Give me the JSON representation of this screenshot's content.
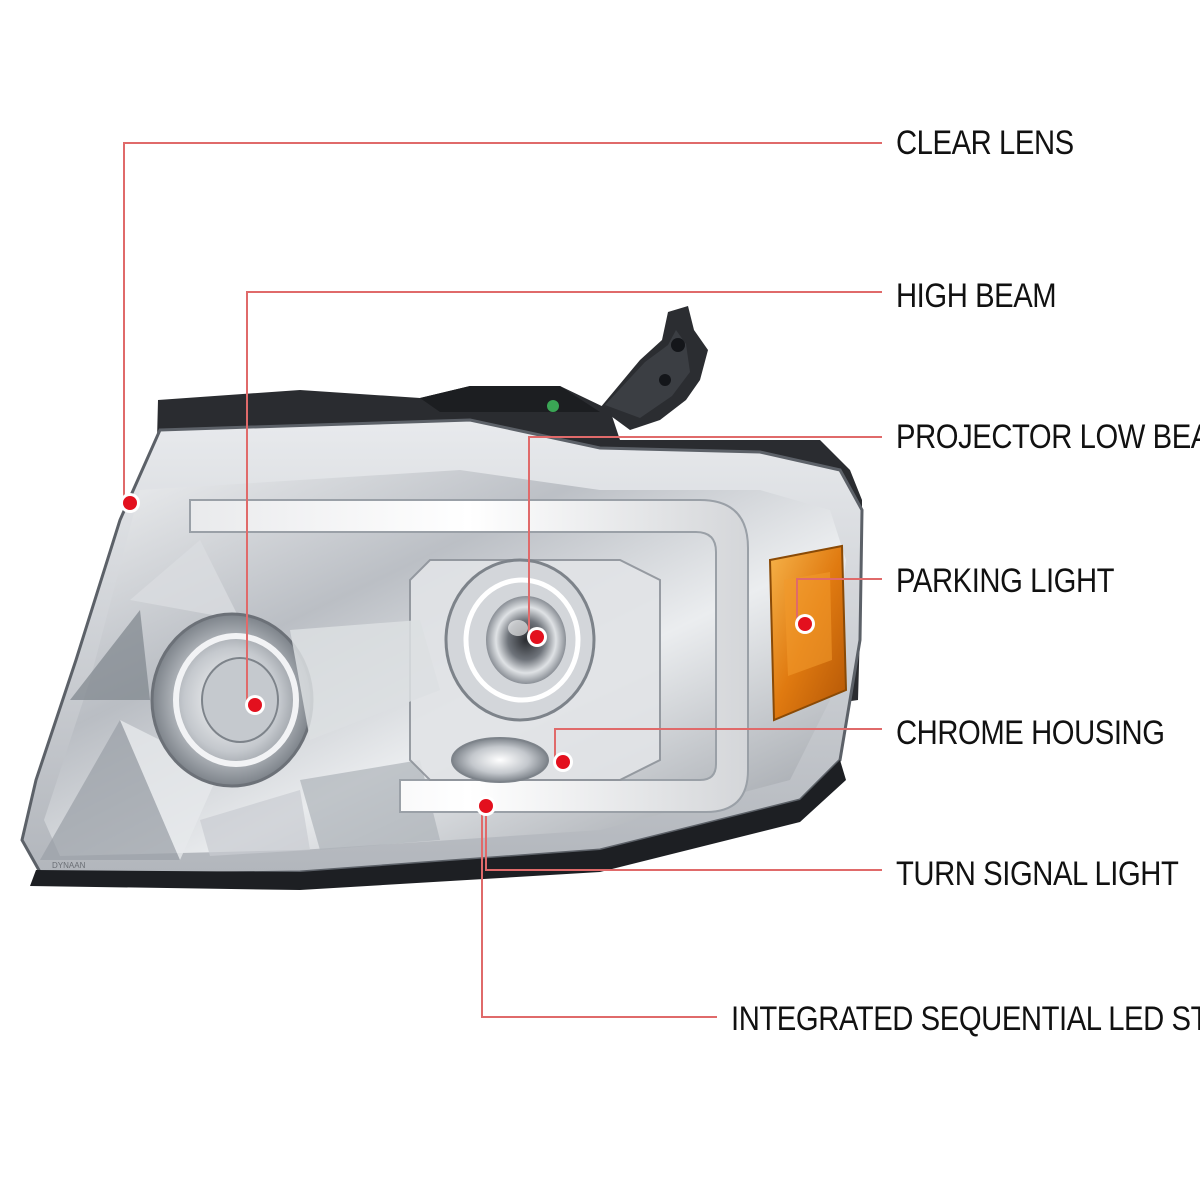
{
  "callouts": {
    "clear_lens": "CLEAR LENS",
    "high_beam": "HIGH BEAM",
    "projector_low_beam": "PROJECTOR LOW BEAM",
    "parking_light": "PARKING LIGHT",
    "chrome_housing": "CHROME HOUSING",
    "turn_signal_light": "TURN SIGNAL LIGHT",
    "integrated_sequential_led_strip": "INTEGRATED SEQUENTIAL LED STRIP"
  },
  "colors": {
    "leader_line": "#e06a6a",
    "marker_dot": "#e3101e",
    "chrome": "#c9ccd0",
    "amber": "#e07a10"
  },
  "housing_imprint": "DYNAAN"
}
